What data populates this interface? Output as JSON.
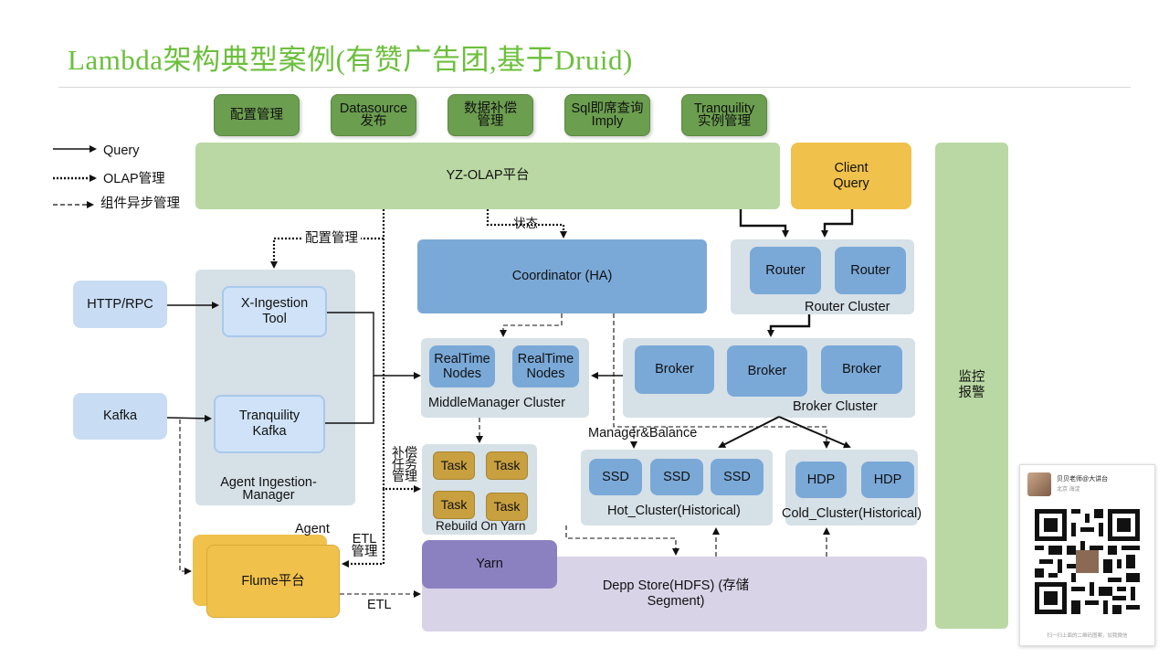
{
  "title": "Lambda架构典型案例(有赞广告团,基于Druid)",
  "top_modules": [
    "配置管理",
    "Datasource 发布",
    "数据补偿 管理",
    "Sql即席查询 Imply",
    "Tranquility 实例管理"
  ],
  "legend": {
    "query": "Query",
    "olap": "OLAP管理",
    "async": "组件异步管理"
  },
  "platform": "YZ-OLAP平台",
  "client_query": "Client Query",
  "monitor": "监控 报警",
  "state_label": "状态",
  "config_label": "配置管理",
  "coordinator": "Coordinator (HA)",
  "router": {
    "node": "Router",
    "cluster": "Router Cluster"
  },
  "broker": {
    "node": "Broker",
    "cluster": "Broker Cluster"
  },
  "http_rpc": "HTTP/RPC",
  "kafka": "Kafka",
  "x_ingestion": "X-Ingestion Tool",
  "tranquility_kafka": "Tranquility Kafka",
  "agent_panel": "Agent Ingestion-Manager",
  "realtime_node": "RealTime Nodes",
  "middlemanager": "MiddleManager Cluster",
  "manager_balance": "Manager&Balance",
  "compensation": "补偿 任务 管理",
  "task": "Task",
  "rebuild": "Rebuild On Yarn",
  "ssd": "SSD",
  "hot_cluster": "Hot_Cluster(Historical)",
  "hdp": "HDP",
  "cold_cluster": "Cold_Cluster(Historical)",
  "agent": "Agent",
  "flume": "Flume平台",
  "etl": "ETL",
  "etl_manage": "ETL 管理",
  "yarn": "Yarn",
  "deep_store": "Depp Store(HDFS) (存储Segment)",
  "qr": {
    "name": "贝贝老师@大讲台",
    "location": "北京 海淀",
    "footer": "扫一扫上面的二维码图案，加我微信"
  }
}
